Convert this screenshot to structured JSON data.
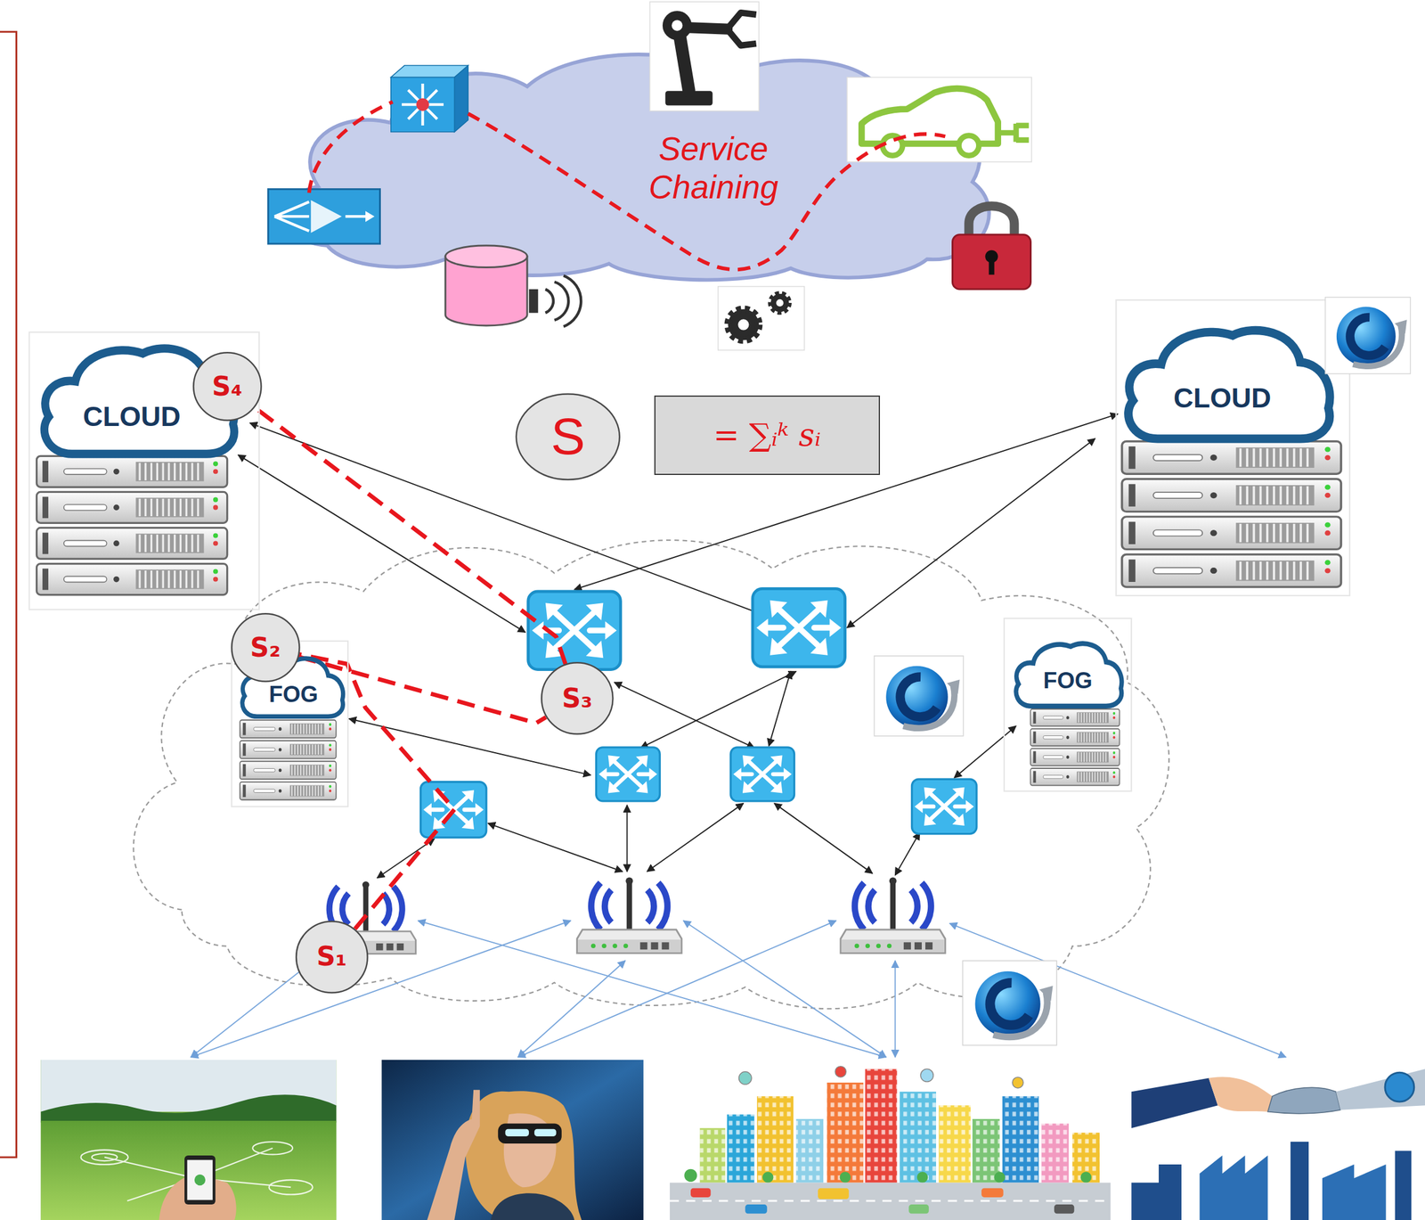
{
  "diagram": {
    "nodes": [
      {
        "text": [
          "Service Chaining"
        ]
      },
      {
        "text": [
          "CLOUD"
        ]
      },
      {
        "text": [
          "S₄"
        ]
      },
      {
        "text": [
          "S"
        ]
      },
      {
        "text": [
          "= ∑ᵢᵏ sᵢ"
        ]
      },
      {
        "text": [
          "CLOUD"
        ]
      },
      {
        "text": [
          "FOG"
        ]
      },
      {
        "text": [
          "S₂"
        ]
      },
      {
        "text": [
          "S₃"
        ]
      },
      {
        "text": [
          "FOG"
        ]
      },
      {
        "text": [
          "S₁"
        ]
      }
    ],
    "edges": [
      {
        "from": 10,
        "to": 7,
        "arrow": "none"
      },
      {
        "from": 7,
        "to": 8,
        "arrow": "none"
      },
      {
        "from": 8,
        "to": 2,
        "arrow": "none"
      }
    ]
  }
}
